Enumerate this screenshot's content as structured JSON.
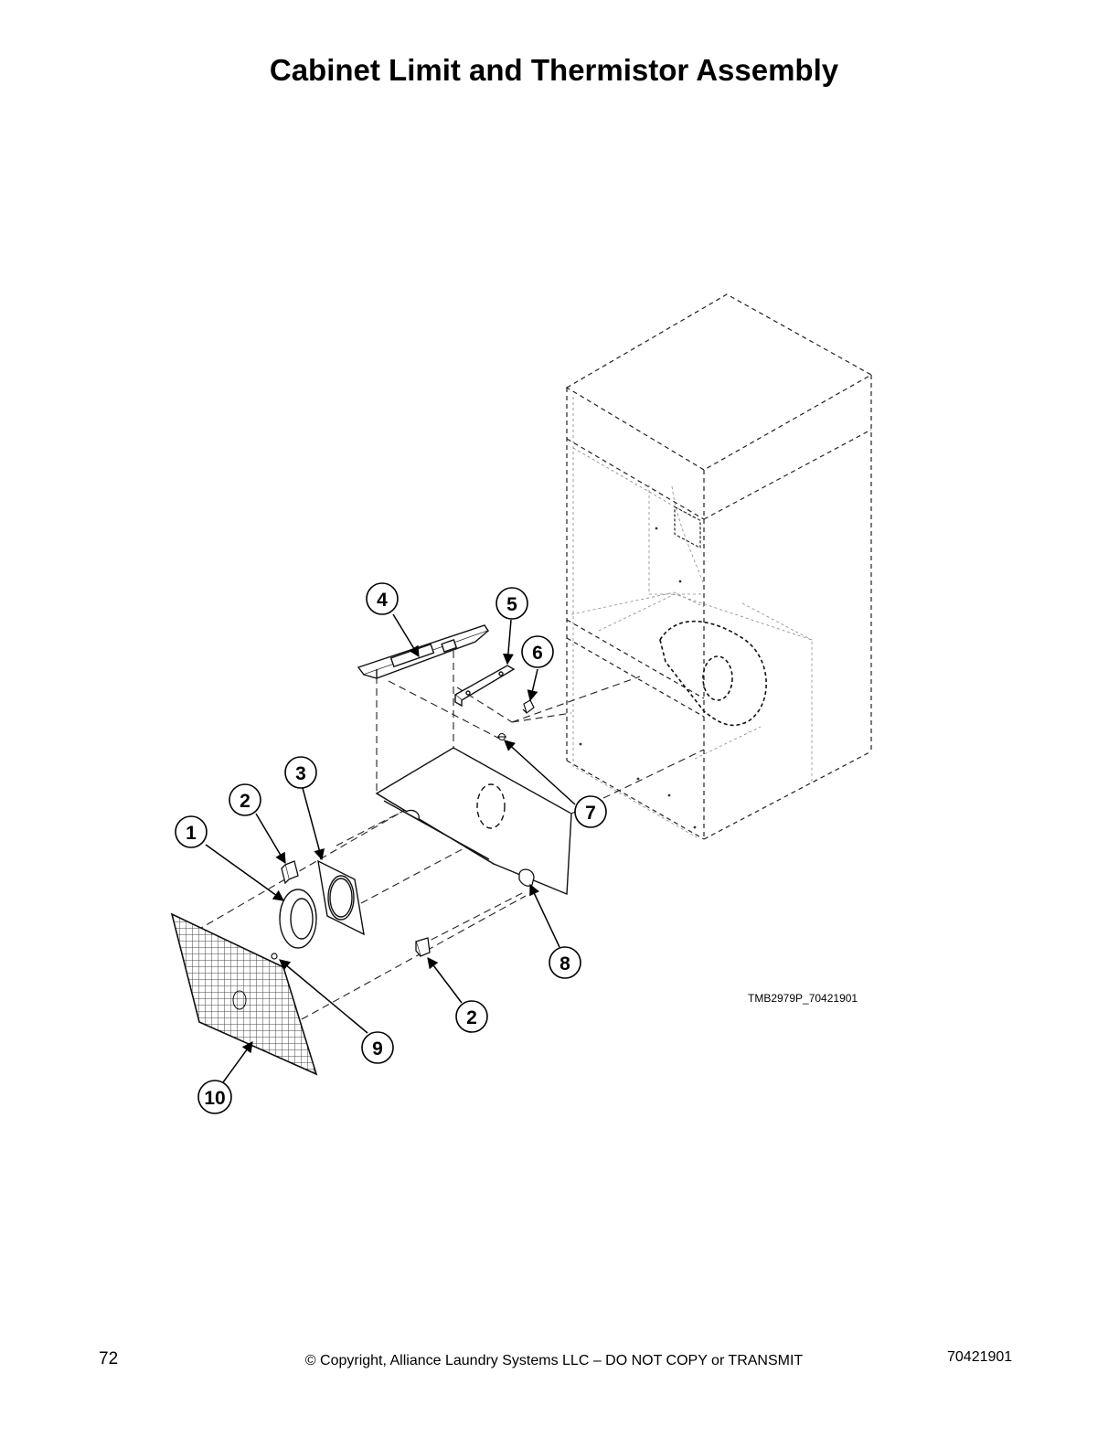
{
  "page": {
    "title": "Cabinet Limit and Thermistor Assembly",
    "page_number": "72",
    "copyright": "© Copyright, Alliance Laundry Systems LLC – DO NOT COPY or TRANSMIT",
    "doc_number": "70421901"
  },
  "diagram": {
    "drawing_id": "TMB2979P_70421901",
    "callouts": [
      {
        "id": "c1",
        "label": "1"
      },
      {
        "id": "c2a",
        "label": "2"
      },
      {
        "id": "c3",
        "label": "3"
      },
      {
        "id": "c4",
        "label": "4"
      },
      {
        "id": "c5",
        "label": "5"
      },
      {
        "id": "c6",
        "label": "6"
      },
      {
        "id": "c7",
        "label": "7"
      },
      {
        "id": "c8",
        "label": "8"
      },
      {
        "id": "c9",
        "label": "9"
      },
      {
        "id": "c10",
        "label": "10"
      },
      {
        "id": "c2b",
        "label": "2"
      }
    ]
  }
}
